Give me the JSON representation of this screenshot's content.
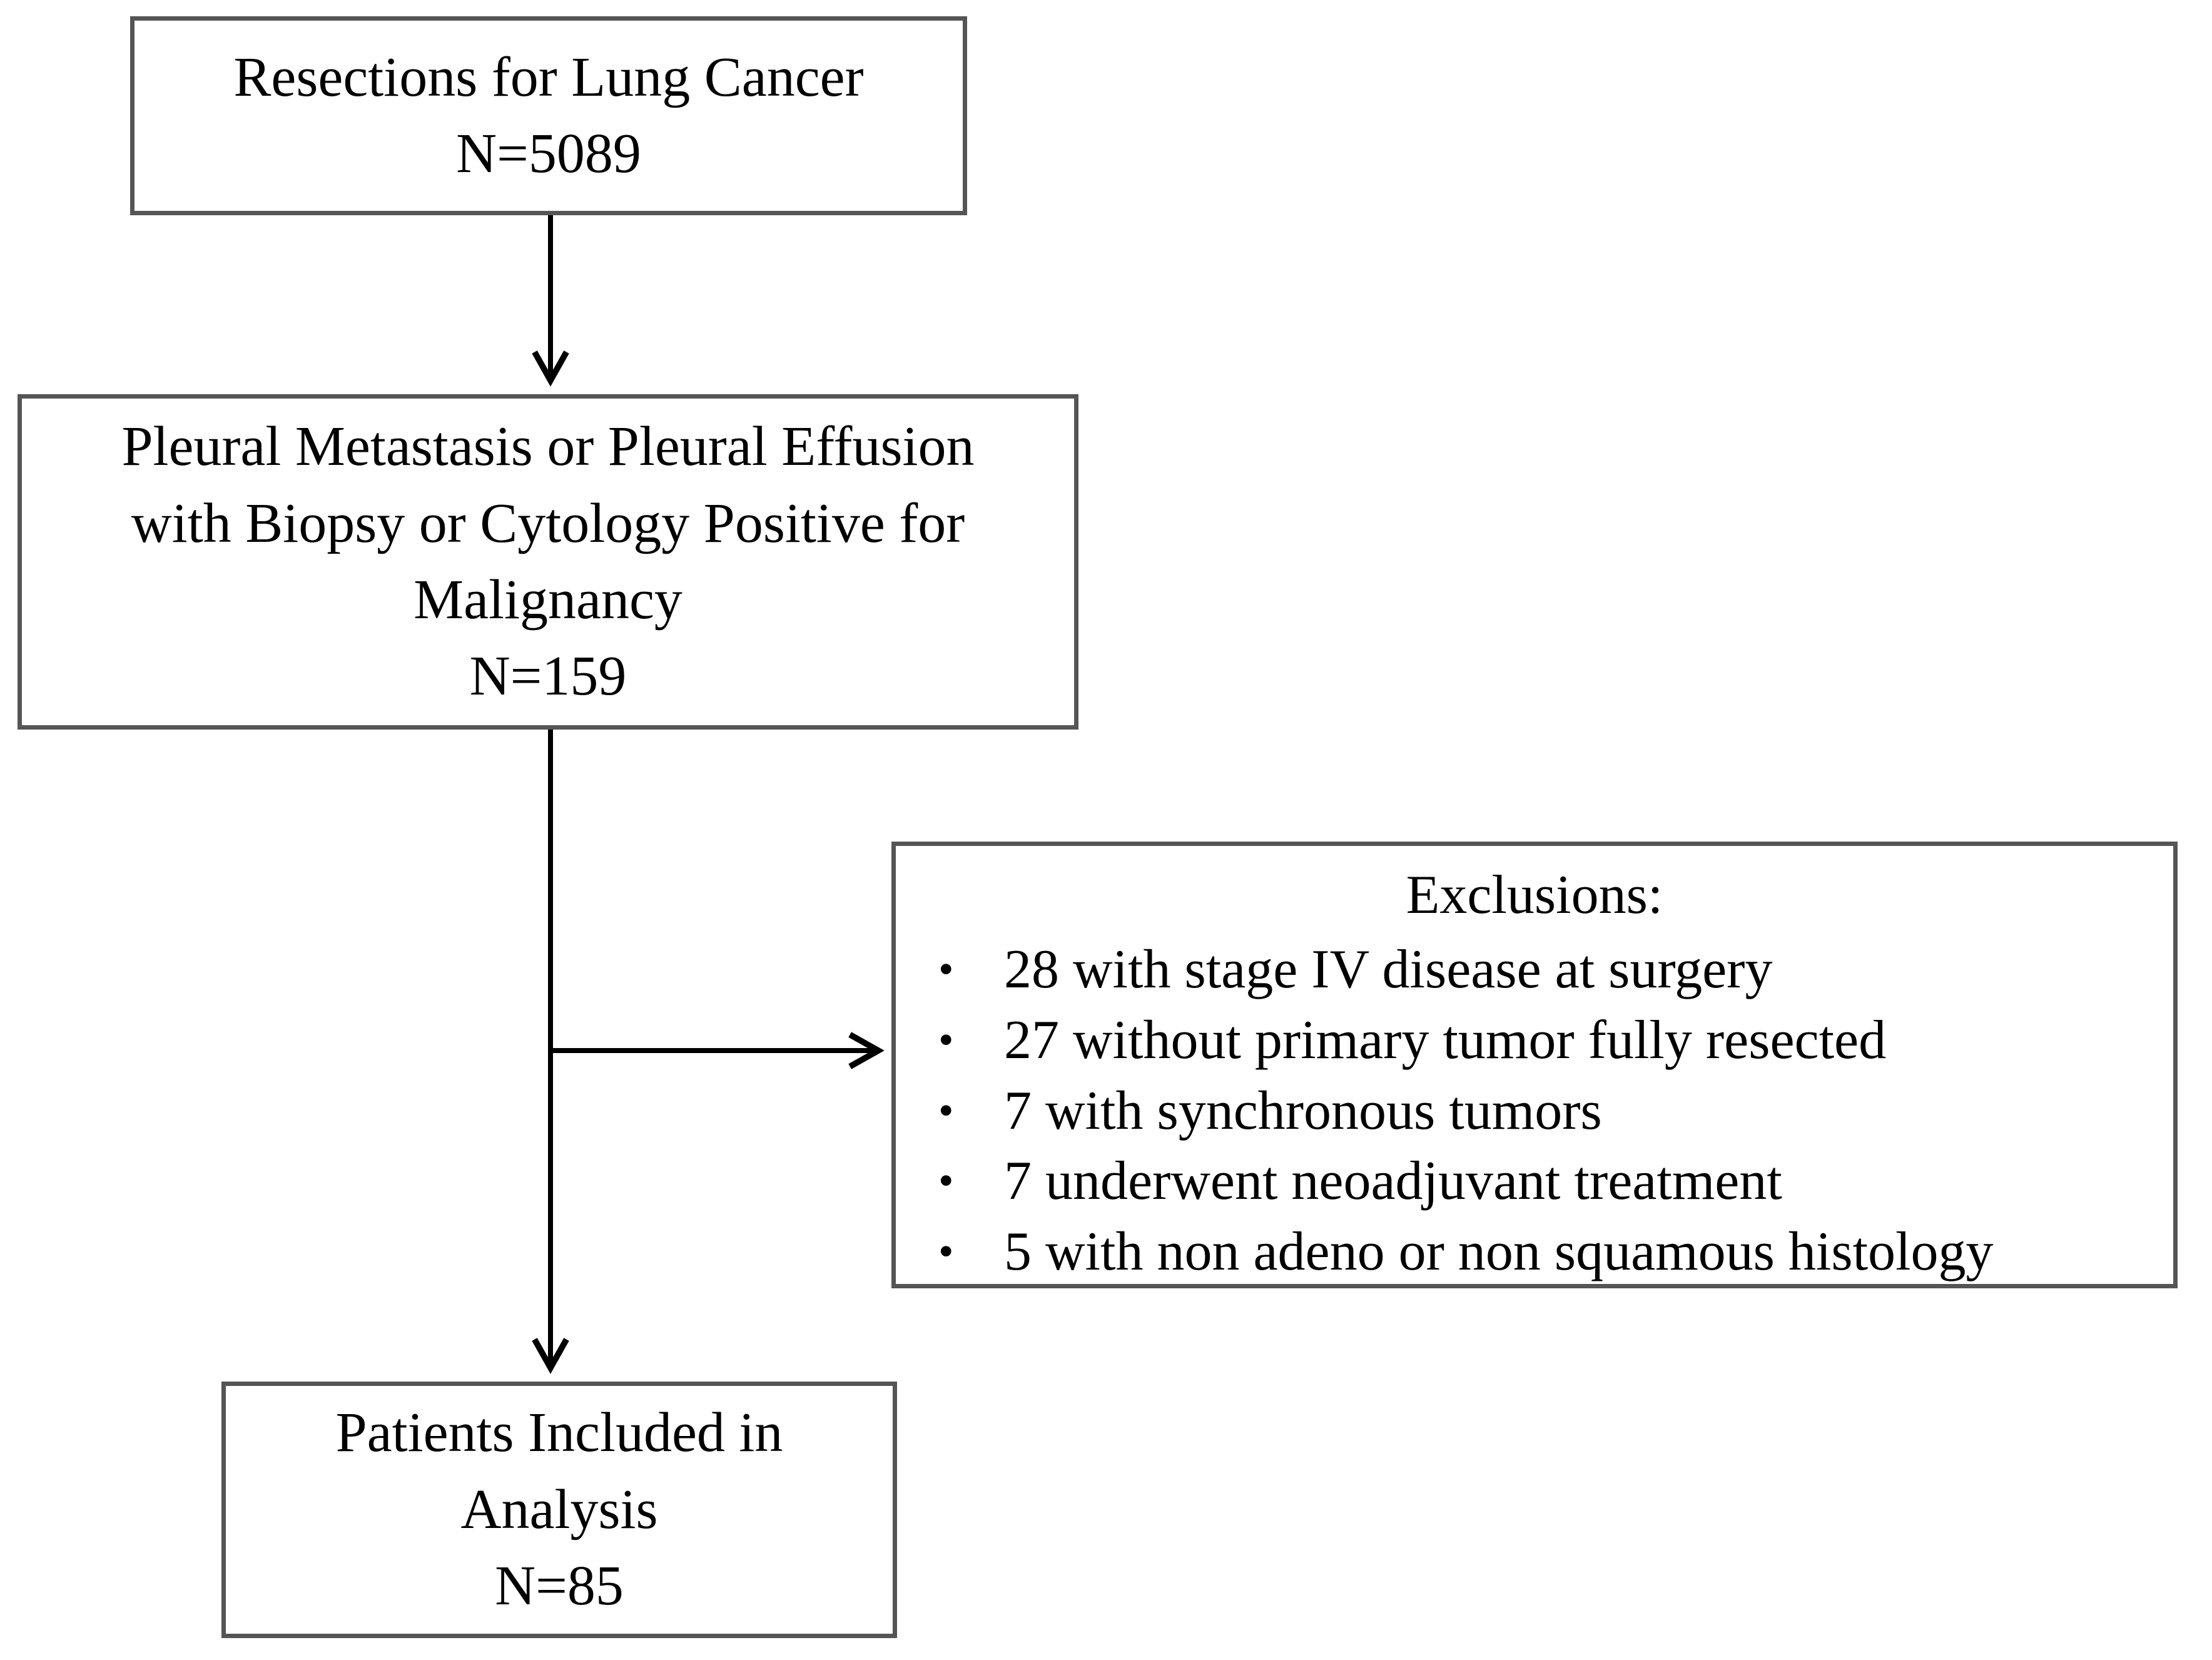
{
  "boxes": {
    "resections": {
      "line1": "Resections for Lung Cancer",
      "line2": "N=5089"
    },
    "pleural": {
      "line1": "Pleural Metastasis or Pleural Effusion",
      "line2": "with Biopsy or Cytology Positive for",
      "line3": "Malignancy",
      "line4": "N=159"
    },
    "exclusions": {
      "title": "Exclusions:",
      "bullet_char": "•",
      "items": [
        "28 with stage IV disease at surgery",
        "27 without primary tumor fully resected",
        "7 with synchronous tumors",
        "7 underwent neoadjuvant treatment",
        "5 with non adeno or non squamous histology"
      ]
    },
    "included": {
      "line1": "Patients Included in",
      "line2": "Analysis",
      "line3": "N=85"
    }
  },
  "colors": {
    "background": "#ffffff",
    "box_border": "#555555",
    "text": "#000000",
    "arrow": "#000000"
  }
}
